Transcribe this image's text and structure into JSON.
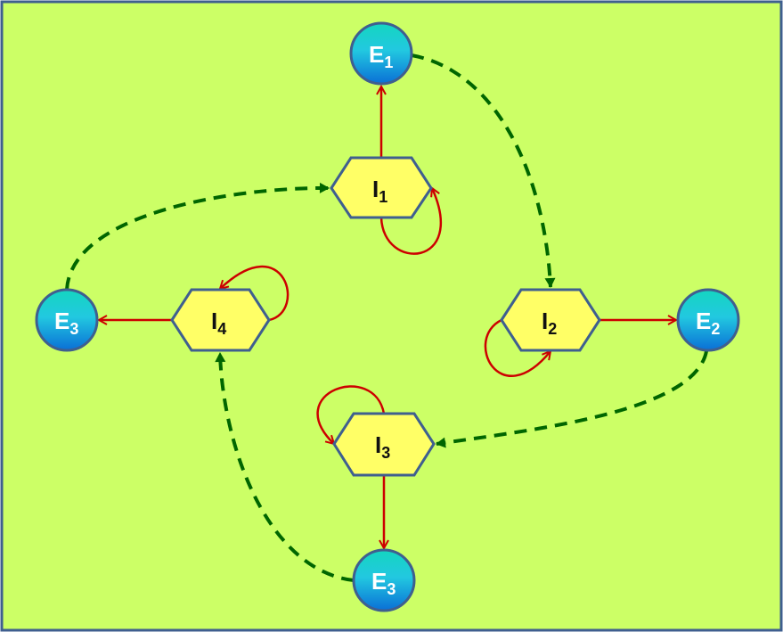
{
  "colors": {
    "background": "#ccff66",
    "frame": "#3f5f8f",
    "hexagon_fill": "#ffff66",
    "node_stroke": "#3f5f8f",
    "circle_top": "#14d6c0",
    "circle_bottom": "#0a6fd6",
    "red_edge": "#cc0000",
    "green_edge": "#006600"
  },
  "nodes": {
    "E1": {
      "letter": "E",
      "sub": "1"
    },
    "E2": {
      "letter": "E",
      "sub": "2"
    },
    "E3_bottom": {
      "letter": "E",
      "sub": "3"
    },
    "E3_left": {
      "letter": "E",
      "sub": "3"
    },
    "I1": {
      "letter": "I",
      "sub": "1"
    },
    "I2": {
      "letter": "I",
      "sub": "2"
    },
    "I3": {
      "letter": "I",
      "sub": "3"
    },
    "I4": {
      "letter": "I",
      "sub": "4"
    }
  }
}
